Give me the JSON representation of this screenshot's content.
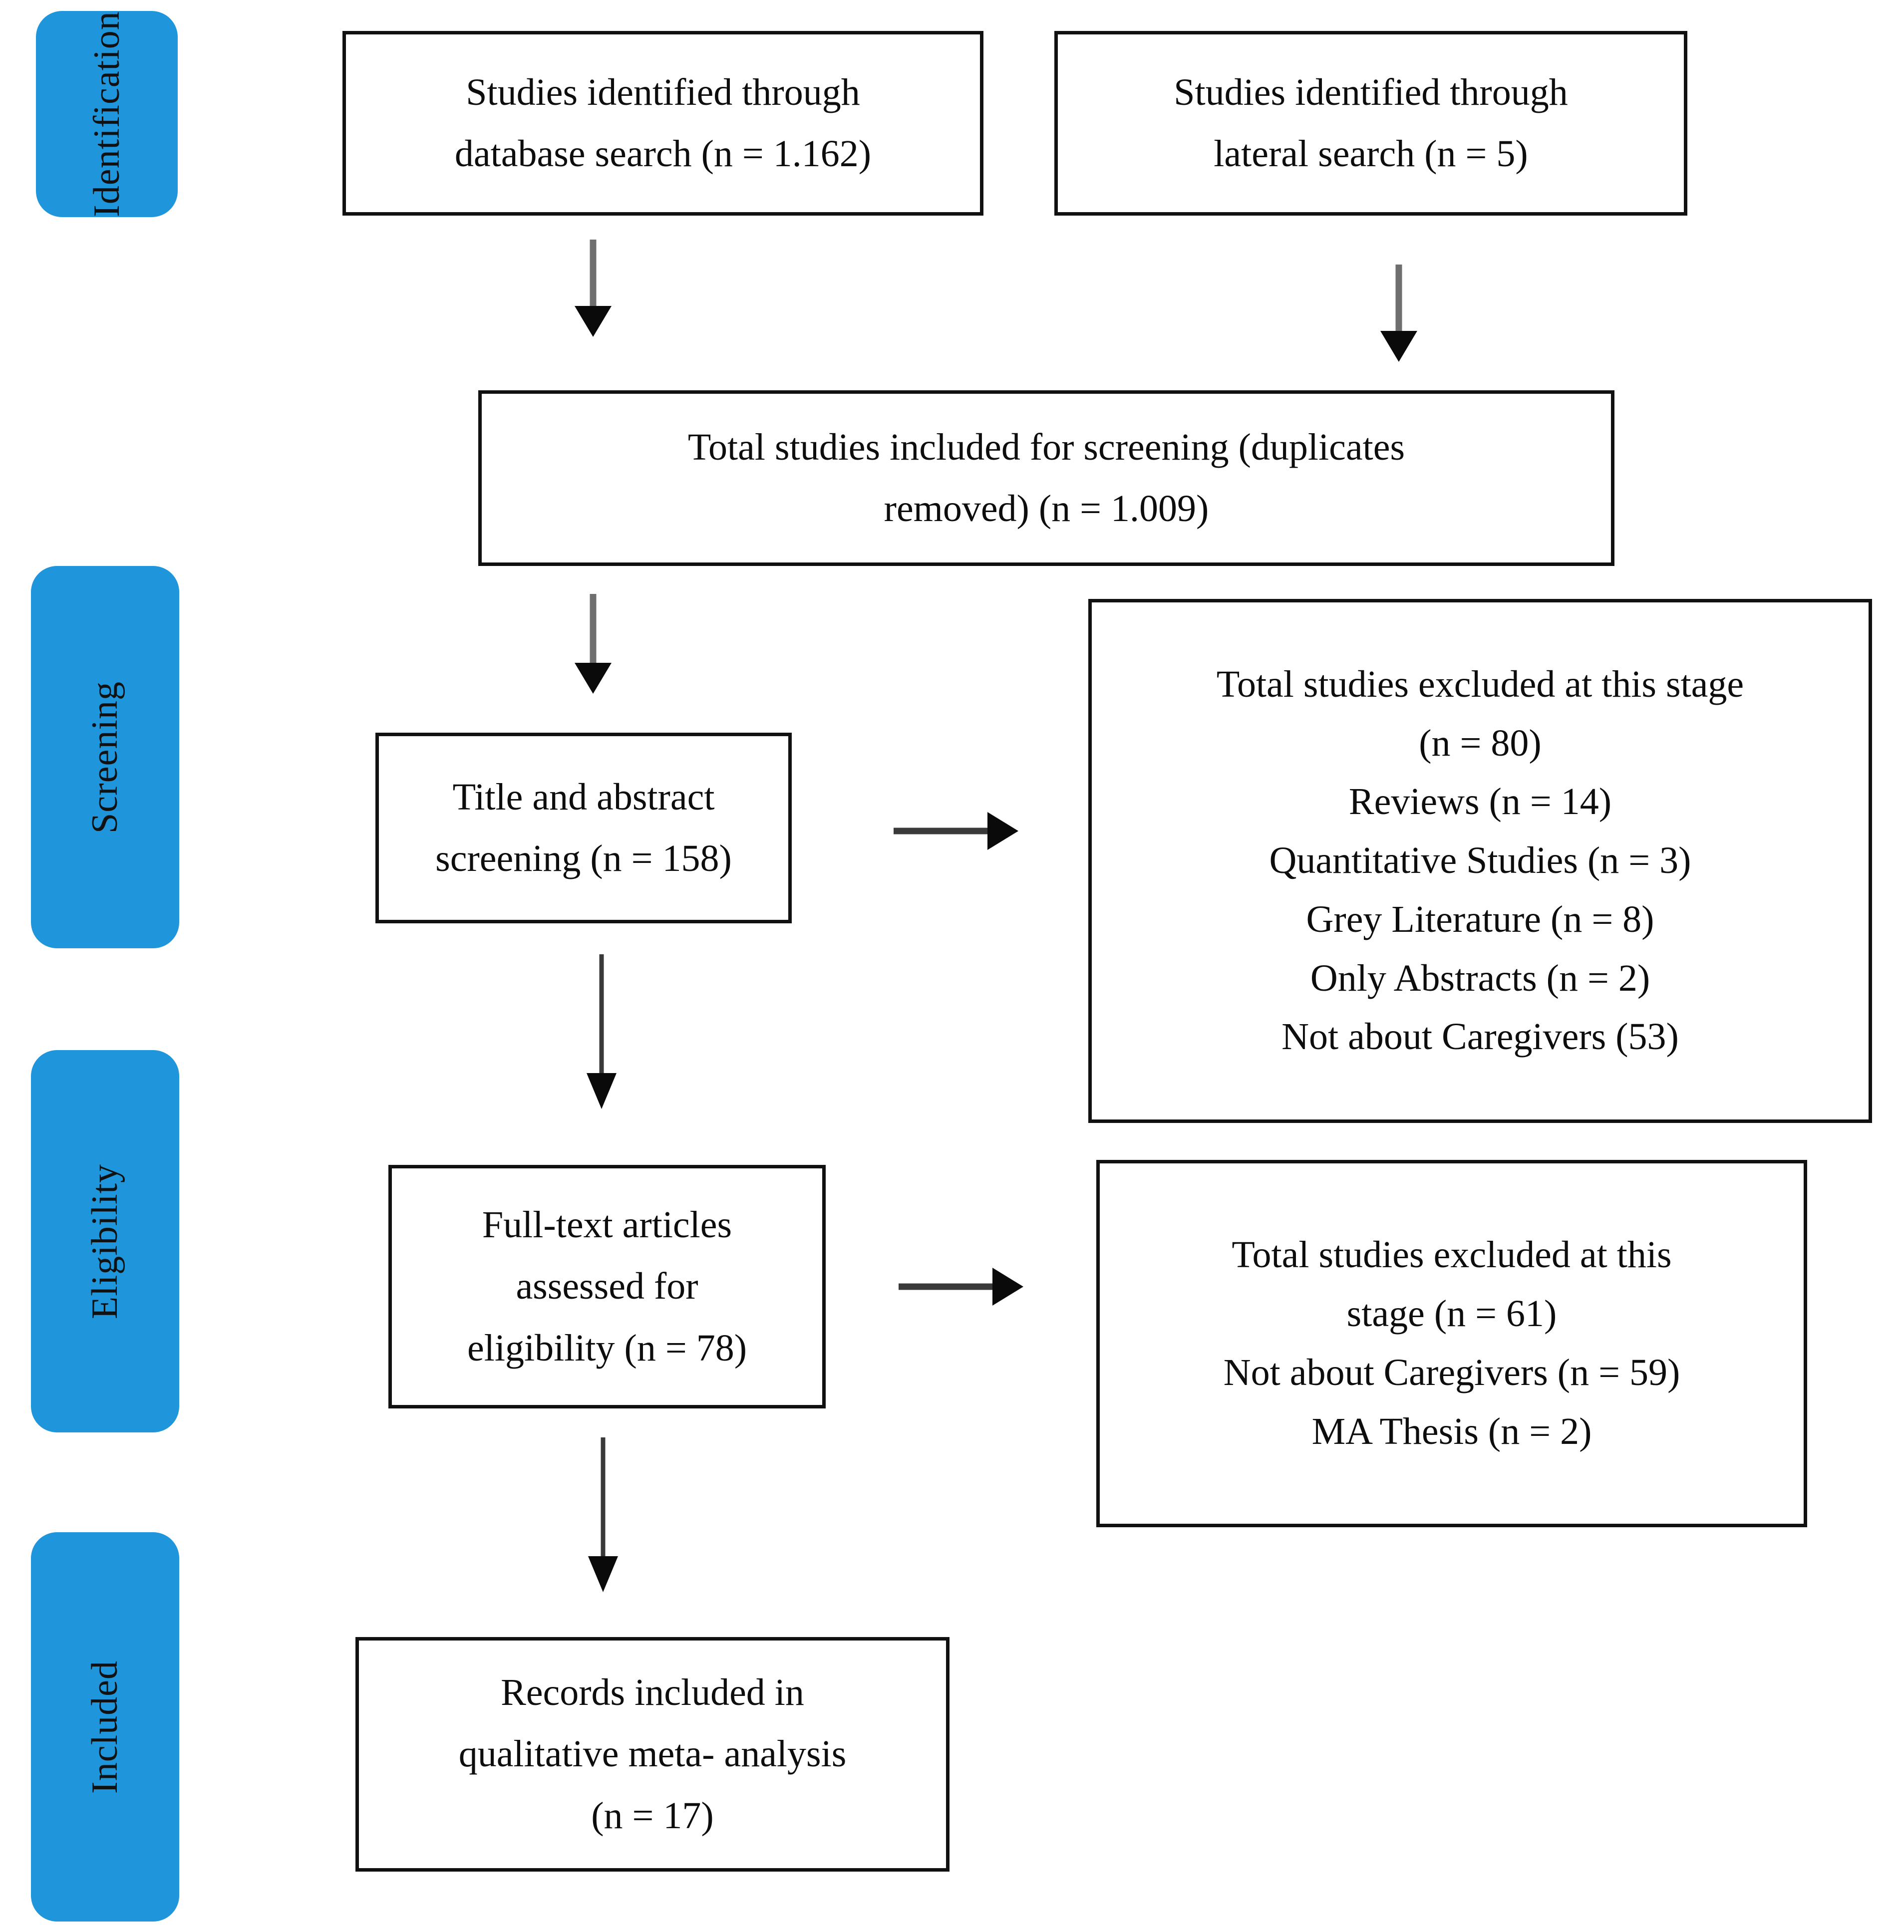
{
  "diagram": {
    "type": "prisma-flow-diagram",
    "accent_color": "#1F96DB",
    "box_border_color": "#111111",
    "arrow_color": "#3a3a3a",
    "stages": [
      {
        "id": "identification",
        "label": "Identification"
      },
      {
        "id": "screening",
        "label": "Screening"
      },
      {
        "id": "eligibility",
        "label": "Eligibility"
      },
      {
        "id": "included",
        "label": "Included"
      }
    ],
    "boxes": {
      "database_search": {
        "lines": [
          "Studies identified through",
          "database search (n = 1.162)"
        ]
      },
      "lateral_search": {
        "lines": [
          "Studies identified through",
          "lateral search (n = 5)"
        ]
      },
      "total_screening": {
        "lines": [
          "Total studies included for screening (duplicates",
          "removed) (n = 1.009)"
        ]
      },
      "title_abstract": {
        "lines": [
          "Title and abstract",
          "screening (n = 158)"
        ]
      },
      "excluded_screening": {
        "lines": [
          "Total studies excluded at this stage",
          "(n = 80)",
          "Reviews (n = 14)",
          "Quantitative Studies (n = 3)",
          "Grey Literature (n = 8)",
          "Only Abstracts (n = 2)",
          "Not about Caregivers (53)"
        ]
      },
      "fulltext": {
        "lines": [
          "Full-text articles",
          "assessed for",
          "eligibility (n = 78)"
        ]
      },
      "excluded_eligibility": {
        "lines": [
          "Total studies excluded at this",
          "stage (n = 61)",
          "Not about Caregivers (n = 59)",
          "MA Thesis (n = 2)"
        ]
      },
      "included_records": {
        "lines": [
          "Records included in",
          "qualitative meta- analysis",
          "(n = 17)"
        ]
      }
    }
  }
}
